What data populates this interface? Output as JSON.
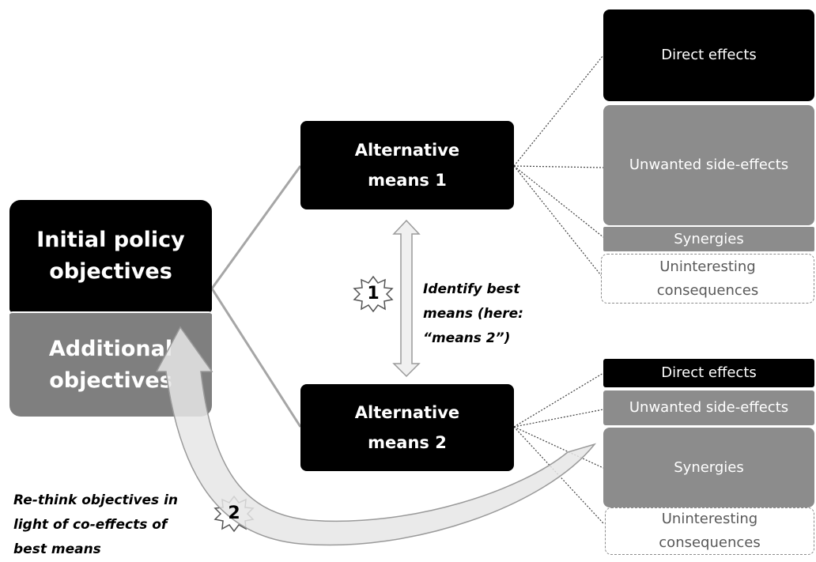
{
  "initial_objectives": "Initial policy\nobjectives",
  "additional_objectives": "Additional\nobjectives",
  "means1": "Alternative\nmeans 1",
  "means2": "Alternative\nmeans 2",
  "group1": {
    "direct": "Direct effects",
    "unwanted": "Unwanted side-effects",
    "synergies": "Synergies",
    "uninteresting": "Uninteresting\nconsequences"
  },
  "group2": {
    "direct": "Direct effects",
    "unwanted": "Unwanted side-effects",
    "synergies": "Synergies",
    "uninteresting": "Uninteresting\nconsequences"
  },
  "step1": {
    "number": "1",
    "text": "Identify best\nmeans (here:\n“means 2”)"
  },
  "step2": {
    "number": "2",
    "text": "Re-think objectives in\nlight of co-effects of\nbest means"
  }
}
